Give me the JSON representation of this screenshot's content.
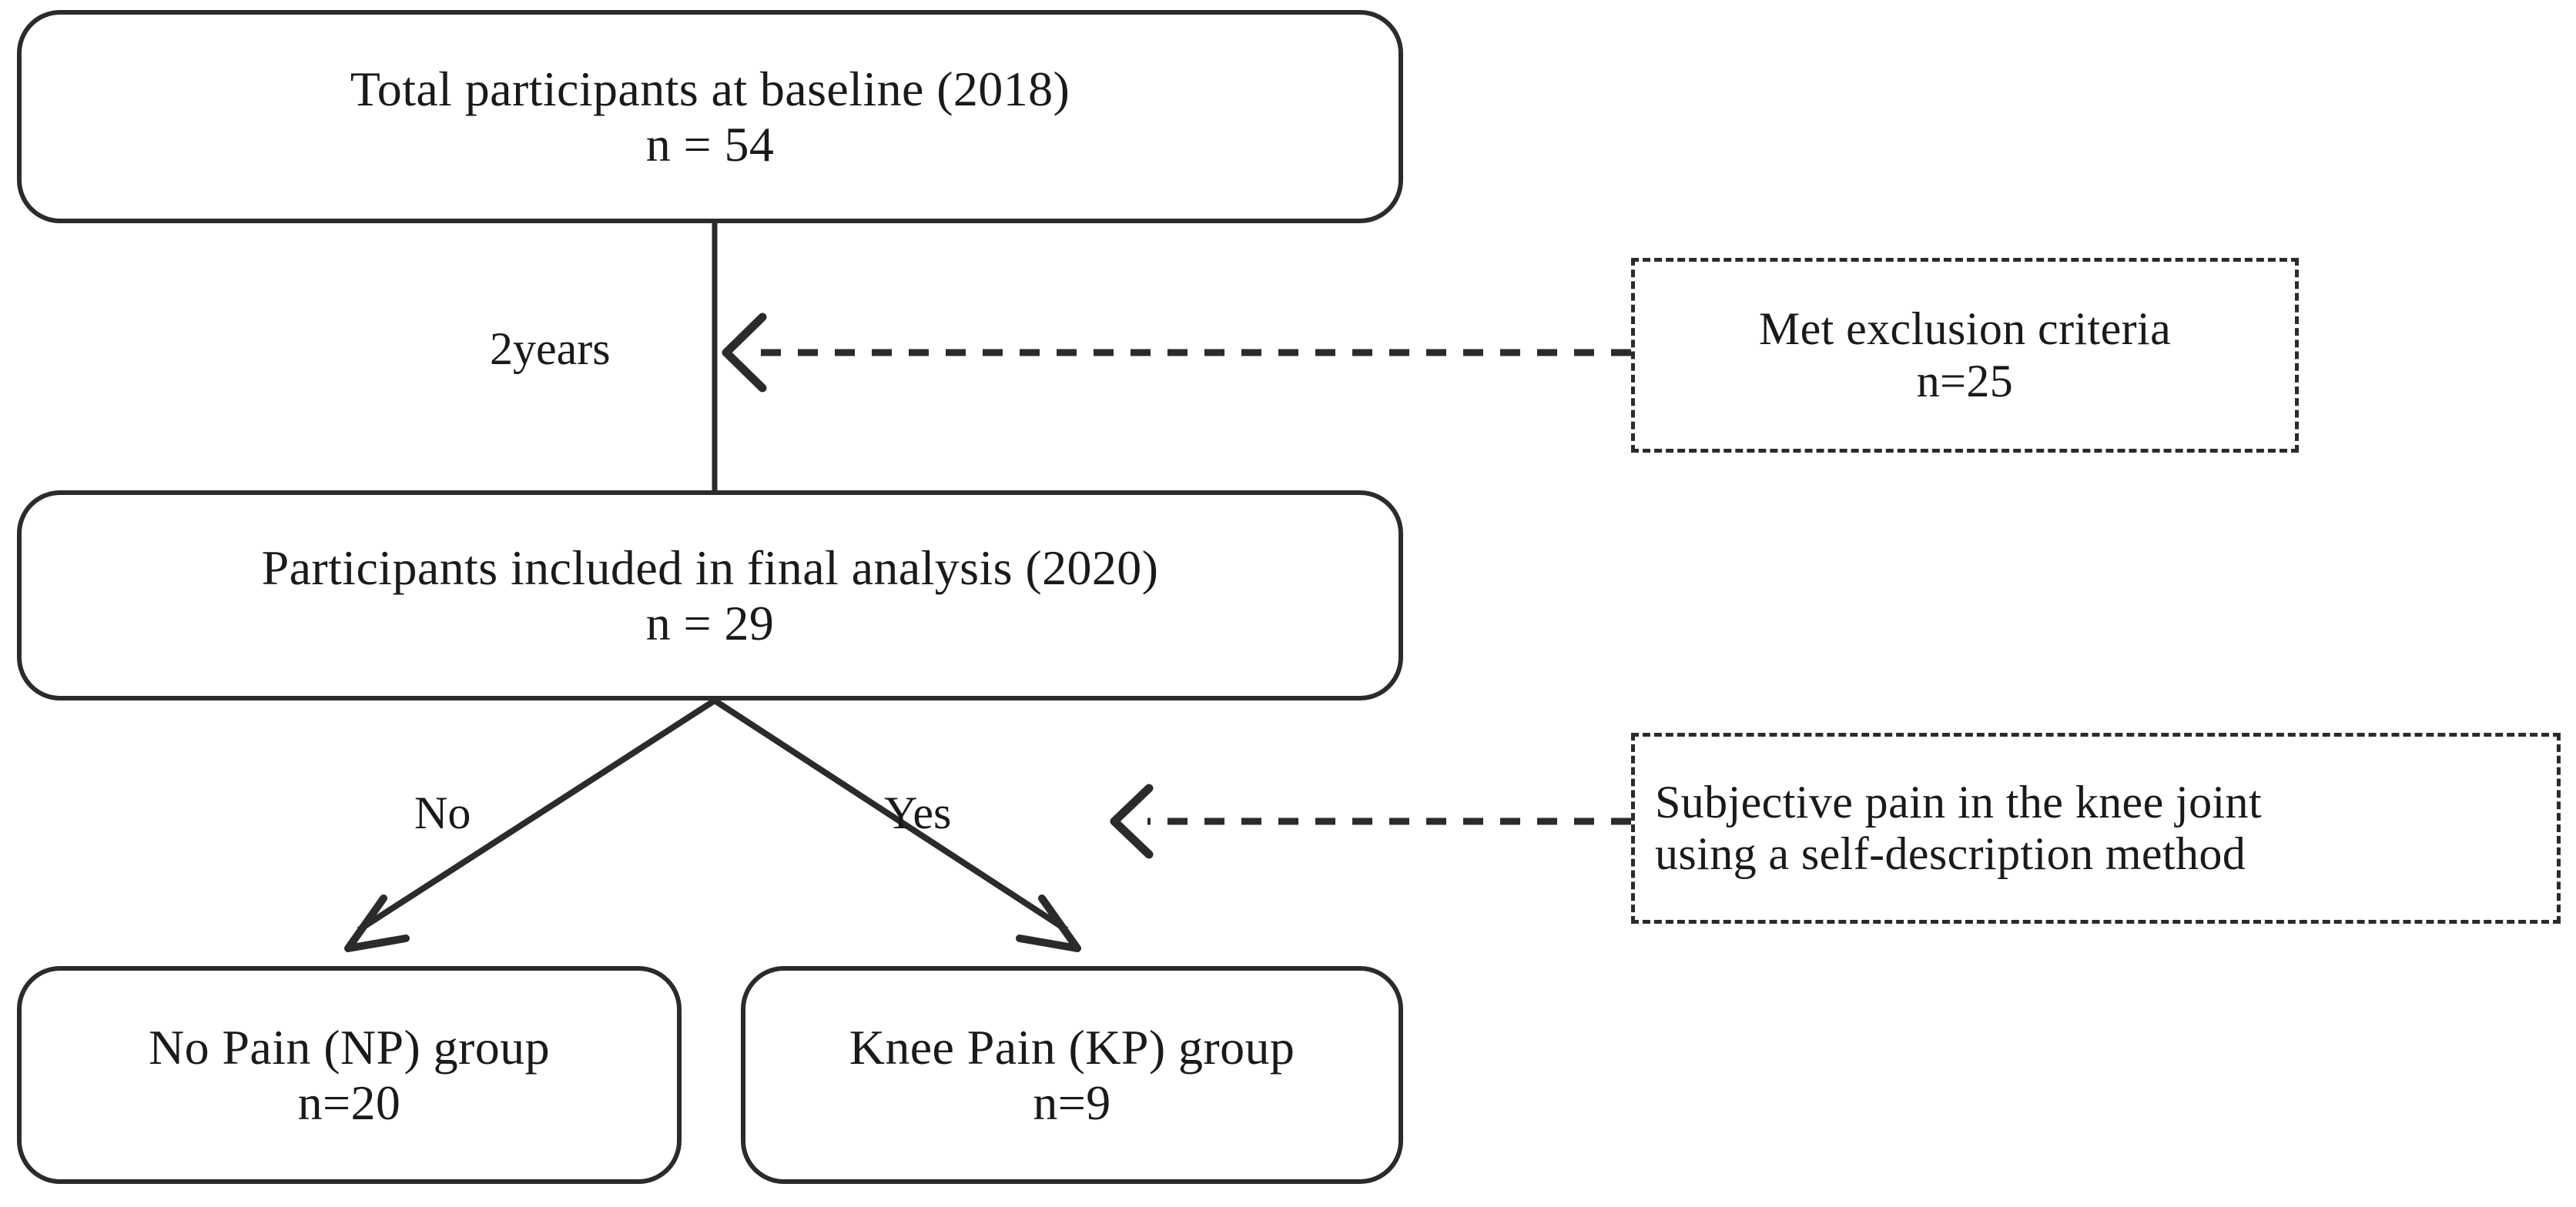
{
  "diagram": {
    "title": "Participant flow diagram",
    "type": "flowchart",
    "line_color": "#2b2b2b",
    "background_color": "#ffffff"
  },
  "nodes": {
    "baseline": {
      "line1": "Total participants at baseline (2018)",
      "line2": "n = 54",
      "count": 54,
      "year": 2018,
      "shape": "rounded-rectangle"
    },
    "final": {
      "line1": "Participants included in final analysis (2020)",
      "line2": "n = 29",
      "count": 29,
      "year": 2020,
      "shape": "rounded-rectangle"
    },
    "no_pain": {
      "line1": "No Pain (NP) group",
      "line2": "n=20",
      "count": 20,
      "shape": "rounded-rectangle"
    },
    "knee_pain": {
      "line1": "Knee Pain (KP) group",
      "line2": "n=9",
      "count": 9,
      "shape": "rounded-rectangle"
    },
    "exclusion": {
      "line1": "Met exclusion criteria",
      "line2": "n=25",
      "count": 25,
      "shape": "dashed-rectangle"
    },
    "subjective": {
      "line1": "Subjective pain in the knee joint",
      "line2": "using a self-description method",
      "shape": "dashed-rectangle"
    }
  },
  "edges": {
    "followup_label": "2years",
    "branch_no_label": "No",
    "branch_yes_label": "Yes"
  }
}
